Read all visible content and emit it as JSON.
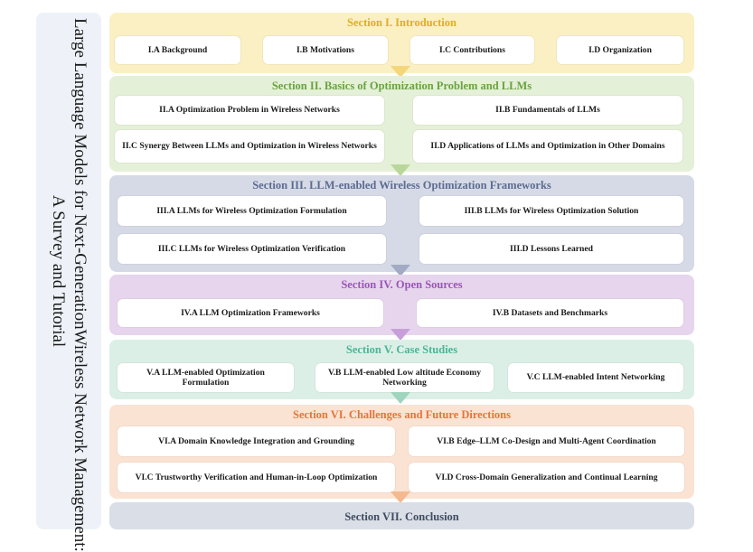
{
  "title": {
    "line1": "Large Language Models for Next-GenerationWireless Network Management:",
    "line2": "A Survey and Tutorial"
  },
  "sections": [
    {
      "title": "Section I. Introduction",
      "color": "#e0ae22",
      "items": [
        "I.A Background",
        "I.B  Motivations",
        "I.C  Contributions",
        "I.D  Organization"
      ]
    },
    {
      "title": "Section II. Basics of Optimization Problem and LLMs",
      "color": "#6aa340",
      "items": [
        "II.A  Optimization Problem in Wireless Networks",
        "II.B Fundamentals of LLMs",
        "II.C Synergy Between LLMs and Optimization in Wireless Networks",
        "II.D Applications of LLMs and Optimization in Other Domains"
      ]
    },
    {
      "title": "Section III. LLM-enabled Wireless Optimization Frameworks",
      "color": "#5c6c92",
      "items": [
        "III.A LLMs for Wireless Optimization Formulation",
        "III.B LLMs for Wireless Optimization Solution",
        "III.C LLMs for Wireless Optimization Verification",
        "III.D Lessons Learned"
      ]
    },
    {
      "title": "Section IV. Open Sources",
      "color": "#9a56b8",
      "items": [
        "IV.A LLM Optimization Frameworks",
        "IV.B Datasets and Benchmarks"
      ]
    },
    {
      "title": "Section V. Case Studies",
      "color": "#4ab597",
      "items": [
        "V.A LLM-enabled Optimization Formulation",
        "V.B LLM-enabled  Low altitude Economy Networking",
        "V.C LLM-enabled Intent Networking"
      ]
    },
    {
      "title": "Section VI. Challenges and Future Directions",
      "color": "#e2763a",
      "items": [
        "VI.A Domain Knowledge Integration and Grounding",
        "VI.B Edge–LLM Co-Design and Multi-Agent Coordination",
        "VI.C Trustworthy Verification and Human-in-Loop Optimization",
        "VI.D Cross-Domain Generalization and Continual Learning"
      ]
    },
    {
      "title": "Section VII. Conclusion",
      "color": "#3f4d62",
      "items": []
    }
  ]
}
